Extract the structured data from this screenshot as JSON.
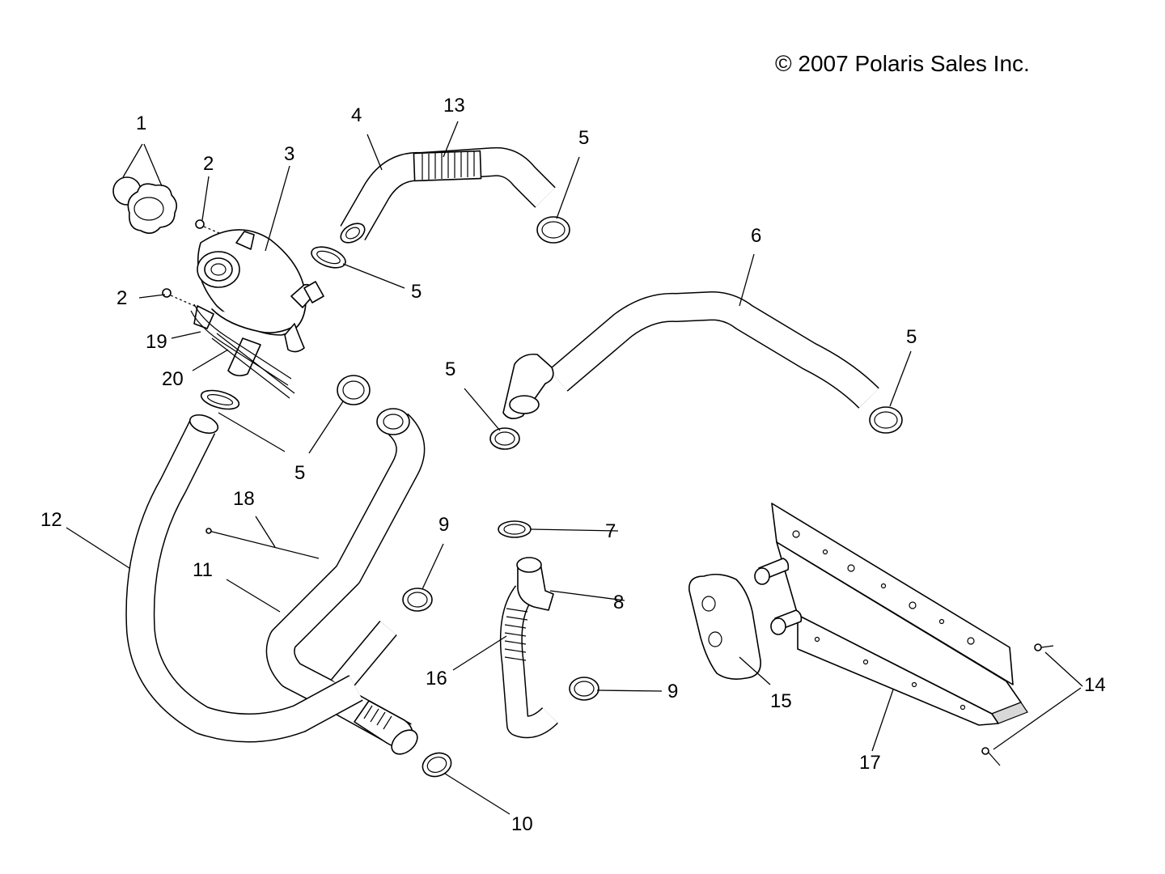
{
  "copyright": "© 2007 Polaris Sales Inc.",
  "callouts": {
    "c1": "1",
    "c2a": "2",
    "c2b": "2",
    "c3": "3",
    "c4": "4",
    "c5a": "5",
    "c5b": "5",
    "c5c": "5",
    "c5d": "5",
    "c5e": "5",
    "c6": "6",
    "c7": "7",
    "c8": "8",
    "c9a": "9",
    "c9b": "9",
    "c10": "10",
    "c11": "11",
    "c12": "12",
    "c13": "13",
    "c14": "14",
    "c15": "15",
    "c16": "16",
    "c17": "17",
    "c18": "18",
    "c19": "19",
    "c20": "20"
  }
}
